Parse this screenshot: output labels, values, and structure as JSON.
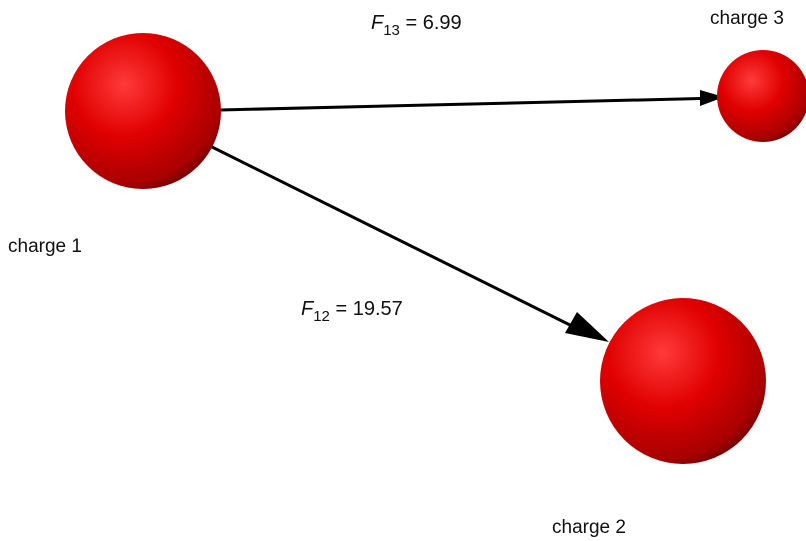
{
  "charges": [
    {
      "label": "charge 1"
    },
    {
      "label": "charge 2"
    },
    {
      "label": "charge 3"
    }
  ],
  "forces": [
    {
      "symbol": "F",
      "subscript": "12",
      "value": "= 19.57"
    },
    {
      "symbol": "F",
      "subscript": "13",
      "value": "= 6.99"
    }
  ],
  "colors": {
    "charge": "#e00000",
    "charge_highlight": "#ff2a2a",
    "charge_shadow": "#6a0000",
    "arrow": "#000000"
  }
}
